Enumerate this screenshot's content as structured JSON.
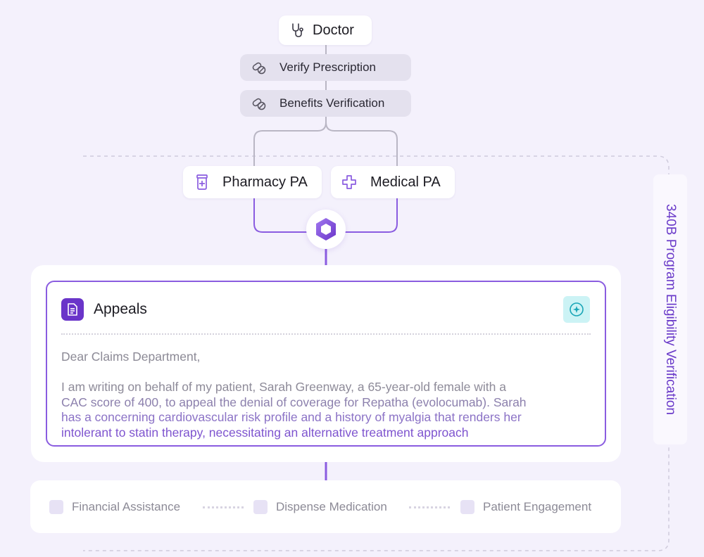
{
  "nodes": {
    "doctor": {
      "label": "Doctor",
      "icon": "stethoscope-icon"
    },
    "verify_prescription": {
      "label": "Verify Prescription",
      "icon": "pills-icon"
    },
    "benefits_verification": {
      "label": "Benefits Verification",
      "icon": "pills-icon"
    },
    "pharmacy_pa": {
      "label": "Pharmacy PA",
      "icon": "pill-bottle-icon"
    },
    "medical_pa": {
      "label": "Medical PA",
      "icon": "medical-cross-icon"
    },
    "hub": {
      "icon": "hexagon-logo-icon"
    }
  },
  "appeals": {
    "title": "Appeals",
    "doc_icon": "document-icon",
    "action_icon": "ai-sparkle-icon",
    "salutation": "Dear Claims Department,",
    "body_lines": [
      "I am writing on behalf of my patient, Sarah Greenway, a 65-year-old female with a",
      "CAC score of 400, to appeal the denial of coverage for Repatha (evolocumab). Sarah",
      "has a concerning cardiovascular risk profile and a history of myalgia that renders her",
      "intolerant to statin therapy, necessitating an alternative treatment approach"
    ]
  },
  "next_steps": [
    {
      "label": "Financial Assistance"
    },
    {
      "label": "Dispense Medication"
    },
    {
      "label": "Patient Engagement"
    }
  ],
  "side_label": "340B Program Eligibility Verification",
  "colors": {
    "background": "#f4f1fc",
    "accent": "#8a5ce0",
    "accent_dark": "#6a35c9",
    "connector_grey": "#b9b6c4",
    "ai_button": "#ccf3f5"
  }
}
